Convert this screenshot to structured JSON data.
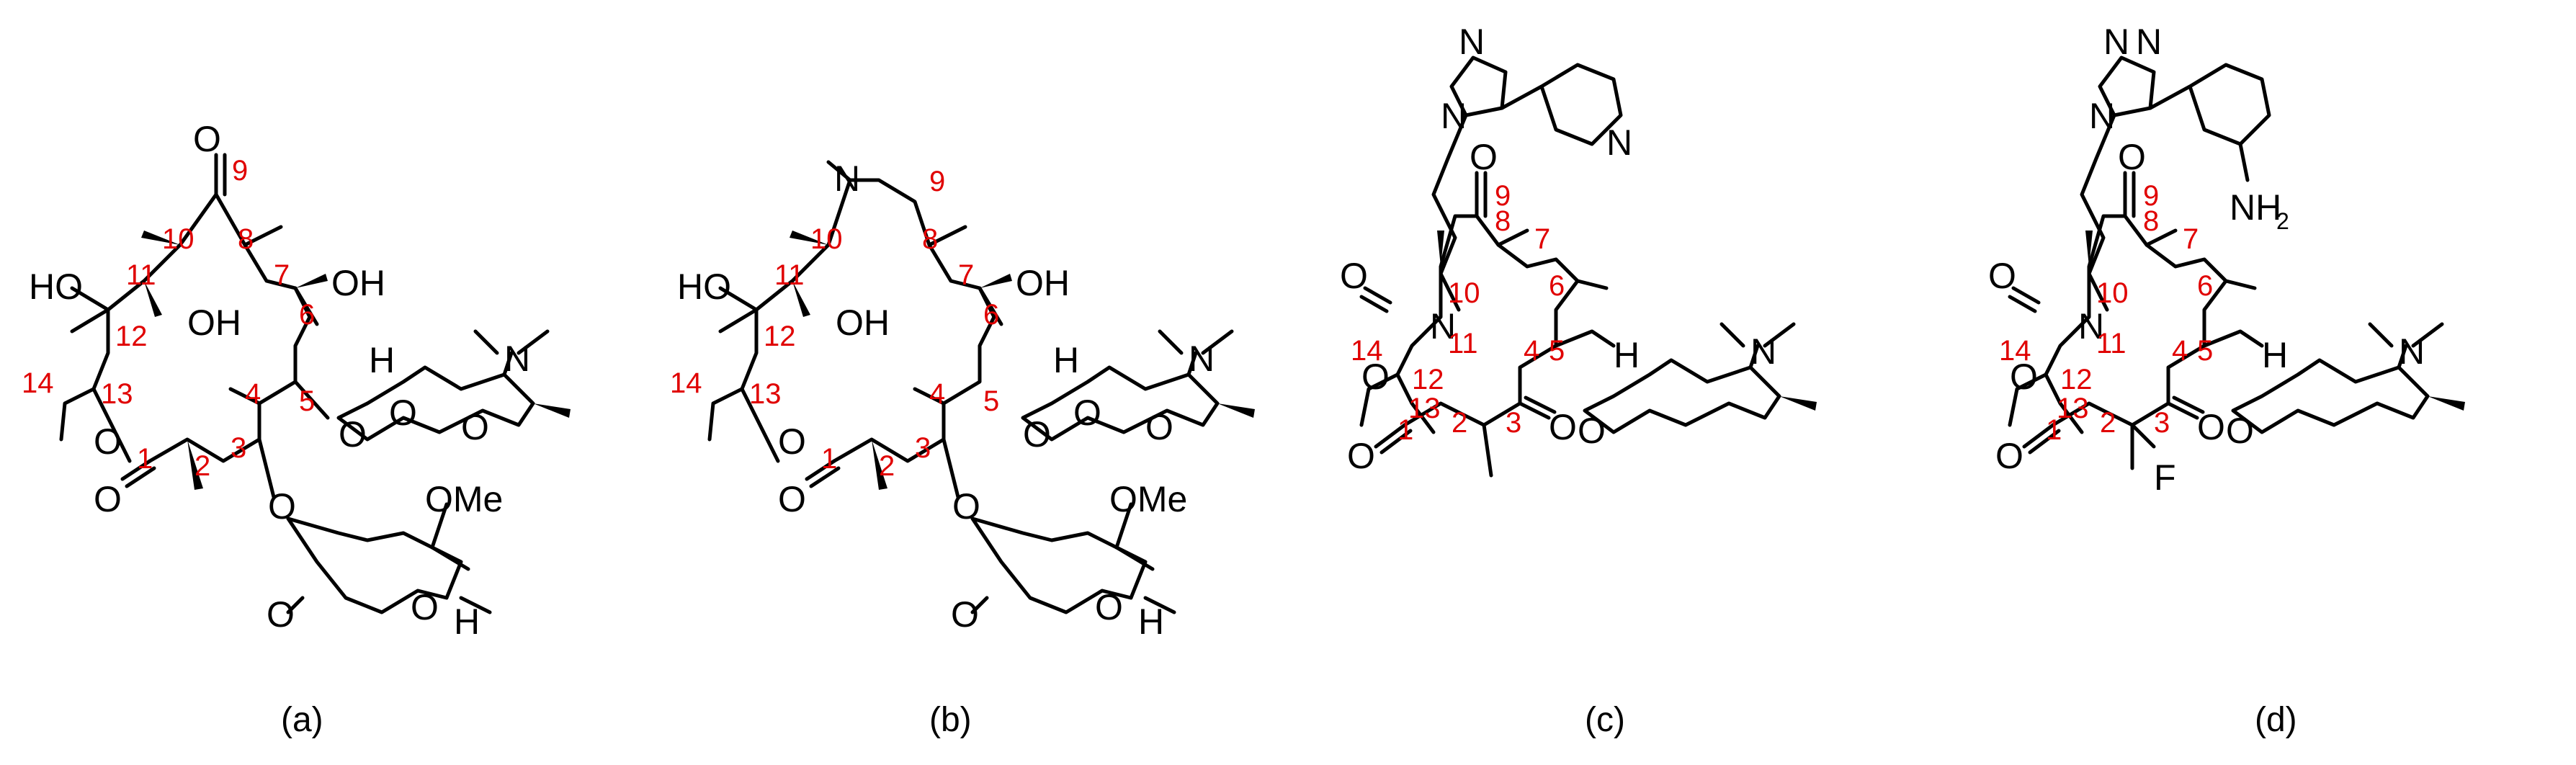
{
  "atom_labels": {
    "O": "O",
    "N": "N",
    "F": "F",
    "H": "H",
    "HO": "HO",
    "OH": "OH",
    "OMe": "OMe",
    "NH": "NH",
    "sub2": "2"
  },
  "panels": [
    {
      "label": "(a)",
      "numbers": [
        "1",
        "2",
        "3",
        "4",
        "5",
        "6",
        "7",
        "8",
        "9",
        "10",
        "11",
        "12",
        "13",
        "14"
      ]
    },
    {
      "label": "(b)",
      "numbers": [
        "1",
        "2",
        "3",
        "4",
        "5",
        "6",
        "7",
        "8",
        "9",
        "10",
        "11",
        "12",
        "13",
        "14"
      ]
    },
    {
      "label": "(c)",
      "numbers": [
        "1",
        "2",
        "3",
        "4",
        "5",
        "6",
        "7",
        "8",
        "9",
        "10",
        "11",
        "12",
        "13",
        "14"
      ]
    },
    {
      "label": "(d)",
      "numbers": [
        "1",
        "2",
        "3",
        "4",
        "5",
        "6",
        "7",
        "8",
        "9",
        "10",
        "11",
        "12",
        "13",
        "14"
      ]
    }
  ],
  "colors": {
    "bond": "#000000",
    "locant": "#e00000"
  }
}
